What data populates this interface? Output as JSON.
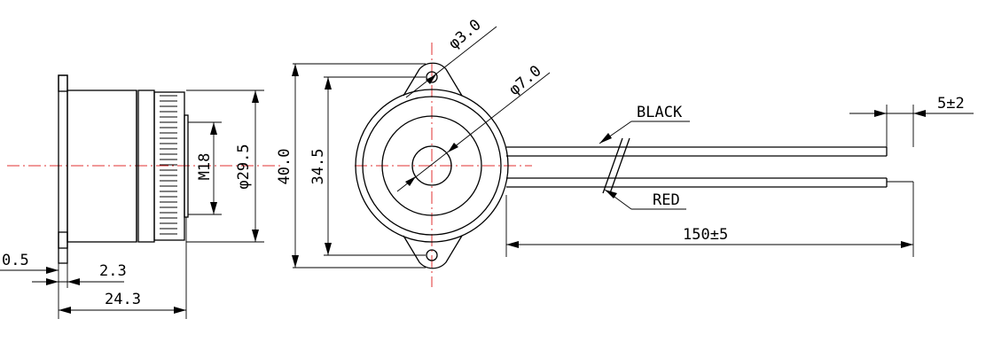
{
  "drawing": {
    "side_view": {
      "dim_flange_thickness": "0.5",
      "dim_flange_offset": "2.3",
      "dim_total_length": "24.3",
      "dim_thread": "M18",
      "dim_body_diameter": "φ29.5"
    },
    "front_view": {
      "dim_mount_height": "40.0",
      "dim_hole_spacing": "34.5",
      "dim_hole_diameter": "φ3.0",
      "dim_center_diameter": "φ7.0"
    },
    "leads": {
      "wire_top_label": "BLACK",
      "wire_bottom_label": "RED",
      "dim_lead_length": "150±5",
      "dim_strip_length": "5±2"
    },
    "colors": {
      "line": "#000000",
      "centerline": "#e03030",
      "background": "#ffffff"
    }
  }
}
